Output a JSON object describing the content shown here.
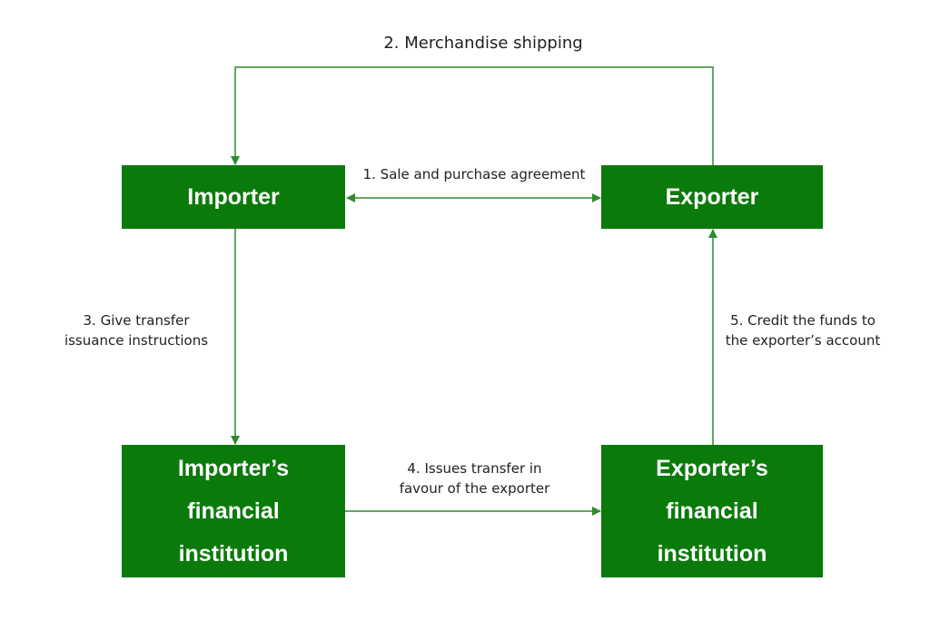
{
  "boxes": {
    "importer": "Importer",
    "exporter": "Exporter",
    "importer_fi": [
      "Importer’s",
      "financial",
      "institution"
    ],
    "exporter_fi": [
      "Exporter’s",
      "financial",
      "institution"
    ]
  },
  "steps": {
    "step1": "1. Sale and purchase agreement",
    "step2": "2. Merchandise shipping",
    "step3": [
      "3. Give transfer",
      "issuance instructions"
    ],
    "step4": [
      "4. Issues transfer in",
      "favour of the exporter"
    ],
    "step5": [
      "5. Credit the funds to",
      "the exporter’s account"
    ]
  },
  "colors": {
    "box_fill": "#0a7a0a",
    "box_text": "#ffffff",
    "arrow": "#2e8b2e",
    "label_text": "#222222"
  }
}
